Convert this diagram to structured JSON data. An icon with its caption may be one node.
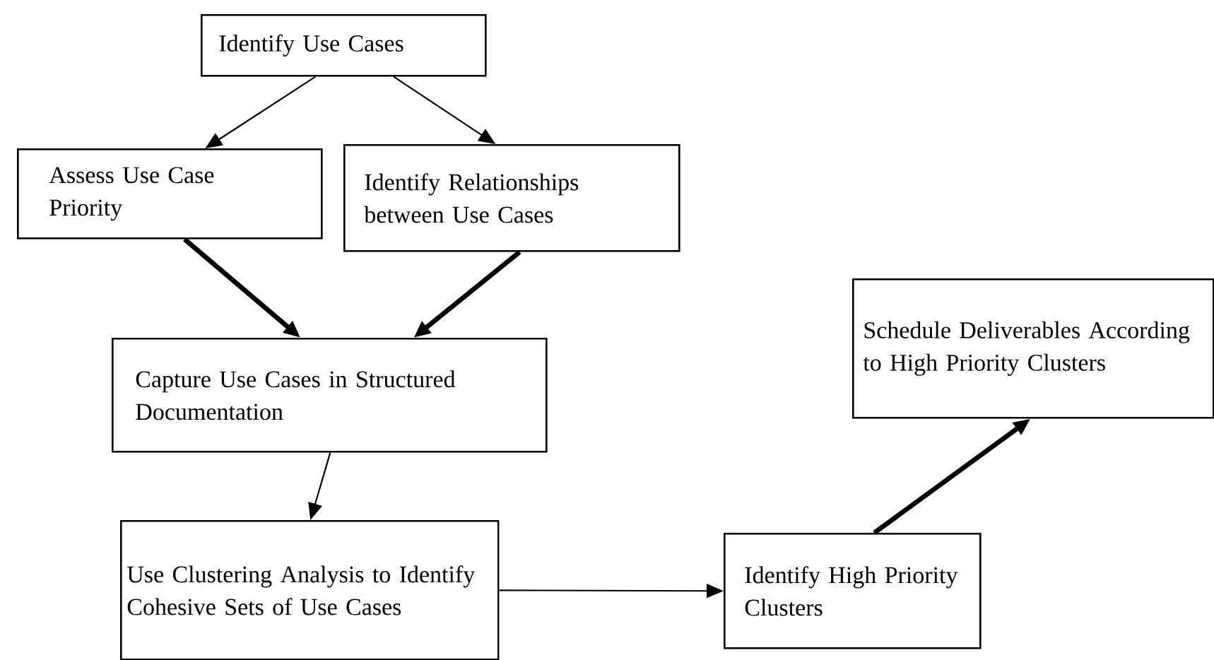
{
  "diagram": {
    "nodes": [
      {
        "text": [
          "Identify Use Cases"
        ]
      },
      {
        "text": [
          "Assess Use Case Priority"
        ]
      },
      {
        "text": [
          "Identify Relationships between Use Cases"
        ]
      },
      {
        "text": [
          "Capture Use Cases in Structured Documentation"
        ]
      },
      {
        "text": [
          "Use Clustering Analysis to Identify Cohesive Sets of Use Cases"
        ]
      },
      {
        "text": [
          "Identify High Priority Clusters"
        ]
      },
      {
        "text": [
          "Schedule Deliverables According to High Priority Clusters"
        ]
      }
    ],
    "edges": [
      {
        "from": 0,
        "to": 1,
        "arrow": "to"
      },
      {
        "from": 0,
        "to": 2,
        "arrow": "to"
      },
      {
        "from": 1,
        "to": 3,
        "arrow": "to",
        "style": "thick"
      },
      {
        "from": 2,
        "to": 3,
        "arrow": "to",
        "style": "thick"
      },
      {
        "from": 3,
        "to": 4,
        "arrow": "to"
      },
      {
        "from": 4,
        "to": 5,
        "arrow": "to"
      },
      {
        "from": 5,
        "to": 6,
        "arrow": "to",
        "style": "thick"
      }
    ]
  }
}
